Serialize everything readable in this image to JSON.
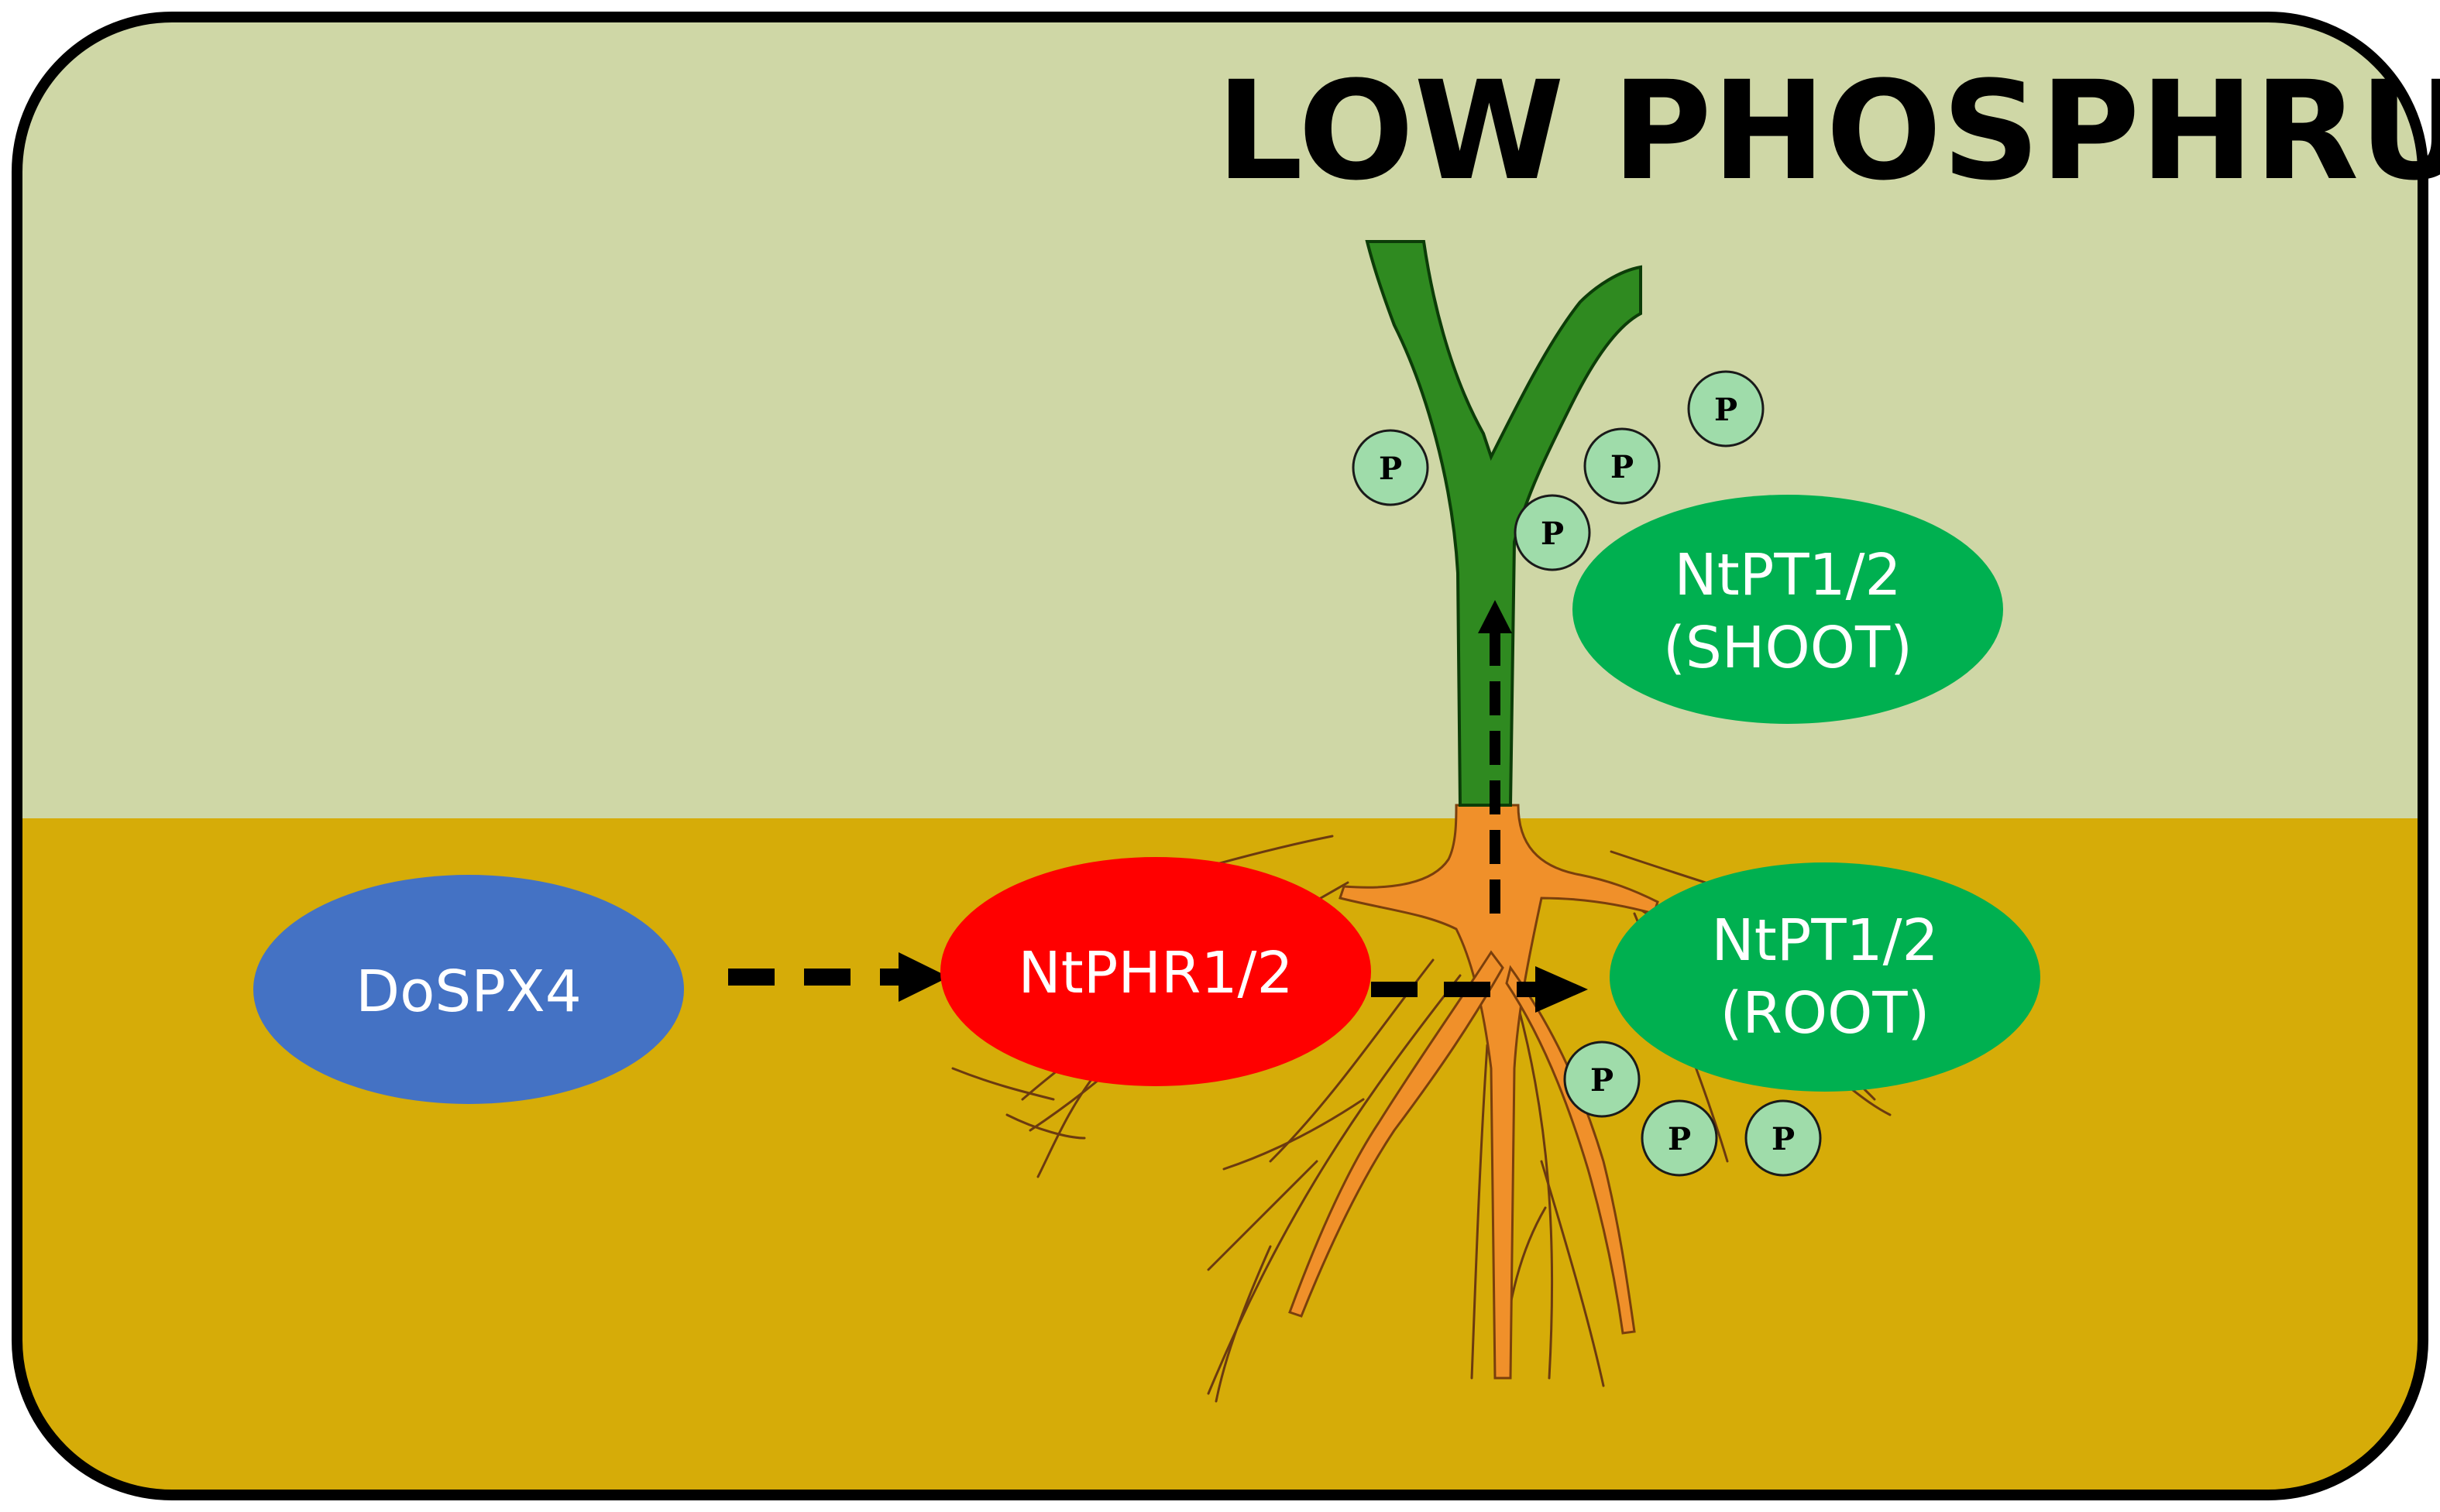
{
  "title": "LOW PHOSPHRUS",
  "nodes": {
    "dospx4": {
      "label": "DoSPX4",
      "color": "#4472c4"
    },
    "ntphr": {
      "label": "NtPHR1/2",
      "color": "#ff0000"
    },
    "ntpt_shoot": {
      "line1": "NtPT1/2",
      "line2": "(SHOOT)",
      "color": "#00b050"
    },
    "ntpt_root": {
      "line1": "NtPT1/2",
      "line2": "(ROOT)",
      "color": "#00b050"
    }
  },
  "phosphate_label": "P",
  "colors": {
    "sky": "#cfd7a6",
    "soil": "#d6ac08",
    "stem": "#2f8a20",
    "root": "#f0902a",
    "phosphate": "#9fdcaa",
    "border": "#000000",
    "arrow": "#000000"
  }
}
